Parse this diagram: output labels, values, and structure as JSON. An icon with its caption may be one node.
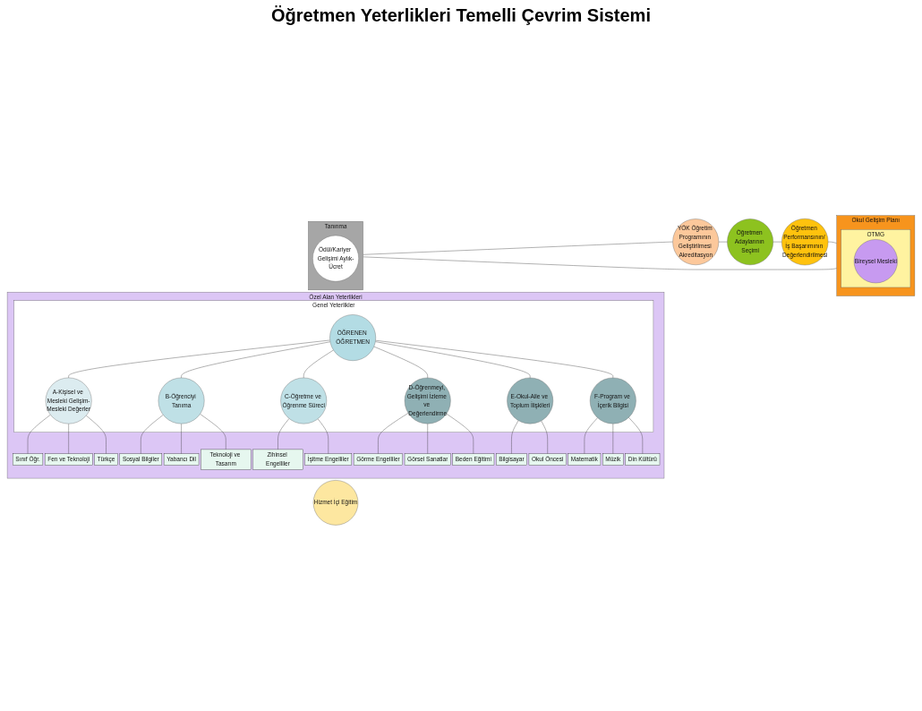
{
  "diagram": {
    "title": "Öğretmen Yeterlikleri Temelli Çevrim Sistemi",
    "nodes": [
      {
        "text": [
          "Okul Gelişim Planı"
        ]
      },
      {
        "text": [
          "OTMG"
        ],
        "in": 0
      },
      {
        "text": [
          "Bireysel Mesleki"
        ],
        "in": 1
      },
      {
        "text": [
          "Hizmet İçi Eğitim"
        ]
      },
      {
        "text": [
          "Öğretmen Performansının/ İş Başarımının Değerlendirilmesi"
        ]
      },
      {
        "text": [
          "Öğretmen Adaylarının Seçimi"
        ]
      },
      {
        "text": [
          "Özel Alan Yeterlikleri"
        ]
      },
      {
        "text": [
          "Genel Yeterlikler"
        ],
        "in": 6
      },
      {
        "text": [
          "A-Kişisel ve Mesleki Gelişim-Mesleki Değerler"
        ],
        "in": 7
      },
      {
        "text": [
          "B-Öğrenciyi Tanıma"
        ],
        "in": 7
      },
      {
        "text": [
          "C-Öğretme ve Öğrenme Süreci"
        ],
        "in": 7
      },
      {
        "text": [
          "D-Öğrenmeyi, Gelişimi İzleme ve Değerlendirme"
        ],
        "in": 7
      },
      {
        "text": [
          "E-Okul-Aile ve Toplum İlişkileri"
        ],
        "in": 7
      },
      {
        "text": [
          "F-Program ve İçerik Bilgisi"
        ],
        "in": 7
      },
      {
        "text": [
          "ÖĞRENEN ÖĞRETMEN"
        ],
        "in": 7
      },
      {
        "text": [
          "Sınıf Öğr."
        ],
        "in": 6
      },
      {
        "text": [
          "Fen ve Teknoloji"
        ],
        "in": 6
      },
      {
        "text": [
          "Türkçe"
        ],
        "in": 6
      },
      {
        "text": [
          "Matematik"
        ],
        "in": 6
      },
      {
        "text": [
          "Sosyal Bilgiler"
        ],
        "in": 6
      },
      {
        "text": [
          "Müzik"
        ],
        "in": 6
      },
      {
        "text": [
          "Yabancı Dil"
        ],
        "in": 6
      },
      {
        "text": [
          "Din Kültürü"
        ],
        "in": 6
      },
      {
        "text": [
          "Teknoloji ve Tasarım"
        ],
        "in": 6
      },
      {
        "text": [
          "Bilgisayar"
        ],
        "in": 6
      },
      {
        "text": [
          "Zihinsel Engelliler"
        ],
        "in": 6
      },
      {
        "text": [
          "Okul Öncesi"
        ],
        "in": 6
      },
      {
        "text": [
          "İşitme Engelliler"
        ],
        "in": 6
      },
      {
        "text": [
          "Beden Eğitimi"
        ],
        "in": 6
      },
      {
        "text": [
          "Görme Engelliler"
        ],
        "in": 6
      },
      {
        "text": [
          "Görsel Sanatlar"
        ],
        "in": 6
      },
      {
        "text": [
          "Tanınma"
        ]
      },
      {
        "text": [
          "Ödül/Kariyer Gelişimi Aylık-Ücret"
        ],
        "in": 31
      },
      {
        "text": [
          "YÖK Öğretim Programının Geliştirilmesi Akreditasyon"
        ]
      }
    ],
    "edges": [
      {
        "from": 4,
        "to": 0,
        "arrow": "none"
      },
      {
        "from": 0,
        "to": 31,
        "arrow": "none"
      },
      {
        "from": 31,
        "to": 33,
        "arrow": "none"
      },
      {
        "from": 33,
        "to": 5,
        "arrow": "none"
      },
      {
        "from": 5,
        "to": 4,
        "arrow": "none"
      },
      {
        "from": 14,
        "to": 8,
        "arrow": "none"
      },
      {
        "from": 14,
        "to": 9,
        "arrow": "none"
      },
      {
        "from": 14,
        "to": 10,
        "arrow": "none"
      },
      {
        "from": 14,
        "to": 11,
        "arrow": "none"
      },
      {
        "from": 14,
        "to": 12,
        "arrow": "none"
      },
      {
        "from": 14,
        "to": 13,
        "arrow": "none"
      },
      {
        "from": 8,
        "to": 15,
        "arrow": "none"
      },
      {
        "from": 8,
        "to": 16,
        "arrow": "none"
      },
      {
        "from": 8,
        "to": 17,
        "arrow": "none"
      },
      {
        "from": 9,
        "to": 19,
        "arrow": "none"
      },
      {
        "from": 9,
        "to": 21,
        "arrow": "none"
      },
      {
        "from": 9,
        "to": 23,
        "arrow": "none"
      },
      {
        "from": 10,
        "to": 25,
        "arrow": "none"
      },
      {
        "from": 10,
        "to": 27,
        "arrow": "none"
      },
      {
        "from": 11,
        "to": 29,
        "arrow": "none"
      },
      {
        "from": 11,
        "to": 30,
        "arrow": "none"
      },
      {
        "from": 11,
        "to": 28,
        "arrow": "none"
      },
      {
        "from": 12,
        "to": 24,
        "arrow": "none"
      },
      {
        "from": 12,
        "to": 26,
        "arrow": "none"
      },
      {
        "from": 13,
        "to": 18,
        "arrow": "none"
      },
      {
        "from": 13,
        "to": 20,
        "arrow": "none"
      },
      {
        "from": 13,
        "to": 22,
        "arrow": "none"
      }
    ]
  }
}
